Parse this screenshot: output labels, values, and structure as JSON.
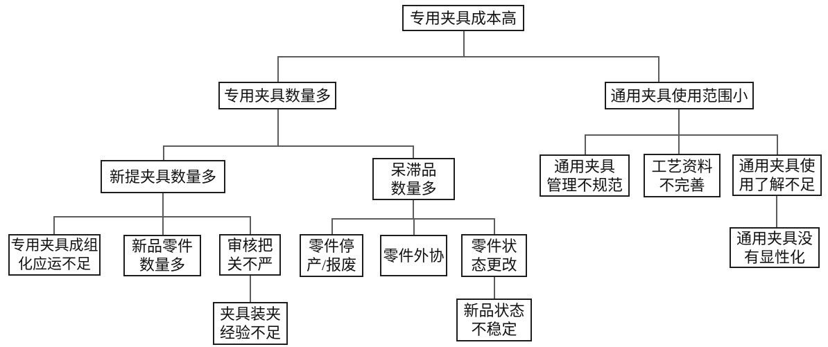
{
  "diagram": {
    "kind": "cause-tree",
    "language": "zh-CN",
    "root_topic": "专用夹具成本高"
  },
  "nodes": {
    "root": {
      "label": "专用夹具成本高"
    },
    "special_fixture_many": {
      "label": "专用夹具数量多"
    },
    "general_fixture_small_range": {
      "label": "通用夹具使用范围小"
    },
    "new_fixture_many": {
      "label": "新提夹具数量多"
    },
    "stagnant_items_many": {
      "label": "呆滞品\n数量多"
    },
    "general_mgmt_nonstandard": {
      "label": "通用夹具\n管理不规范"
    },
    "process_docs_incomplete": {
      "label": "工艺资料\n不完善"
    },
    "general_use_unfamiliar": {
      "label": "通用夹具使\n用了解不足"
    },
    "grouping_insufficient": {
      "label": "专用夹具成组\n化应运不足"
    },
    "new_parts_many": {
      "label": "新品零件\n数量多"
    },
    "review_lax": {
      "label": "审核把\n关不严"
    },
    "parts_discontinued_scrapped": {
      "label": "零件停\n产/报废"
    },
    "parts_outsourced": {
      "label": "零件外协"
    },
    "parts_status_changed": {
      "label": "零件状\n态更改"
    },
    "general_not_explicit": {
      "label": "通用夹具没\n有显性化"
    },
    "clamping_inexperienced": {
      "label": "夹具装夹\n经验不足"
    },
    "new_product_status_unstable": {
      "label": "新品状态\n不稳定"
    }
  },
  "edges": [
    [
      "root",
      "special_fixture_many"
    ],
    [
      "root",
      "general_fixture_small_range"
    ],
    [
      "special_fixture_many",
      "new_fixture_many"
    ],
    [
      "special_fixture_many",
      "stagnant_items_many"
    ],
    [
      "general_fixture_small_range",
      "general_mgmt_nonstandard"
    ],
    [
      "general_fixture_small_range",
      "process_docs_incomplete"
    ],
    [
      "general_fixture_small_range",
      "general_use_unfamiliar"
    ],
    [
      "new_fixture_many",
      "grouping_insufficient"
    ],
    [
      "new_fixture_many",
      "new_parts_many"
    ],
    [
      "new_fixture_many",
      "review_lax"
    ],
    [
      "stagnant_items_many",
      "parts_discontinued_scrapped"
    ],
    [
      "stagnant_items_many",
      "parts_outsourced"
    ],
    [
      "stagnant_items_many",
      "parts_status_changed"
    ],
    [
      "general_use_unfamiliar",
      "general_not_explicit"
    ],
    [
      "review_lax",
      "clamping_inexperienced"
    ],
    [
      "parts_status_changed",
      "new_product_status_unstable"
    ]
  ],
  "colors": {
    "background": "#ffffff",
    "box_border": "#1c1c1c",
    "connector": "#5c5c5c",
    "text": "#111111"
  }
}
